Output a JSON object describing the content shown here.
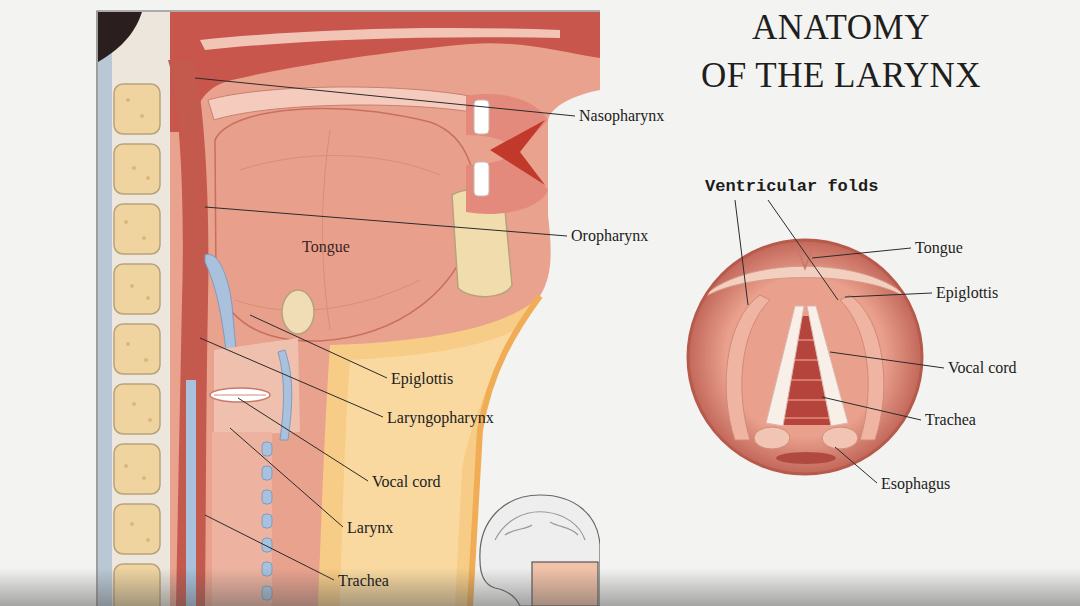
{
  "diagram": {
    "title": "ANATOMY OF THE LARYNX",
    "labels": [
      "Nasopharynx",
      "Oropharynx",
      "Tongue",
      "Epiglottis",
      "Laryngopharynx",
      "Vocal cord",
      "Larynx",
      "Trachea",
      "Ventricular folds",
      "Tongue",
      "Epiglottis",
      "Vocal cord",
      "Trachea",
      "Esophagus"
    ]
  }
}
